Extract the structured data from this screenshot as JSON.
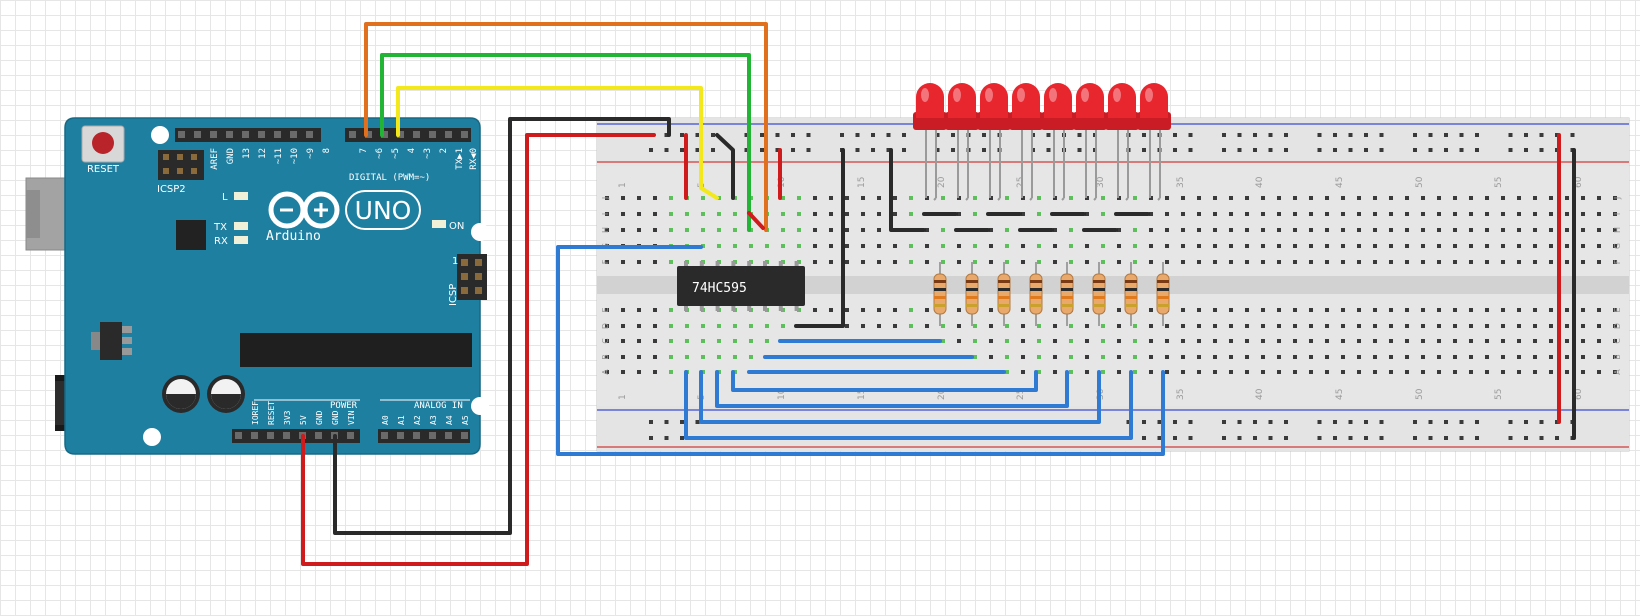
{
  "board": {
    "brand": "Arduino",
    "model": "UNO",
    "reset_label": "RESET",
    "icsp2_label": "ICSP2",
    "icsp_label": "ICSP",
    "icsp_pin1": "1",
    "led_l": "L",
    "led_tx": "TX",
    "led_rx": "RX",
    "led_on": "ON",
    "digital_header": "DIGITAL (PWM=~)",
    "power_header": "POWER",
    "analog_header": "ANALOG IN",
    "digital_pins": [
      "AREF",
      "GND",
      "13",
      "12",
      "~11",
      "~10",
      "~9",
      "8",
      "7",
      "~6",
      "~5",
      "4",
      "~3",
      "2",
      "TX▶1",
      "RX◀0"
    ],
    "power_pins": [
      "IOREF",
      "RESET",
      "3V3",
      "5V",
      "GND",
      "GND",
      "VIN"
    ],
    "analog_pins": [
      "A0",
      "A1",
      "A2",
      "A3",
      "A4",
      "A5"
    ]
  },
  "chip": {
    "label": "74HC595"
  },
  "breadboard": {
    "column_numbers": [
      "1",
      "5",
      "10",
      "15",
      "20",
      "25",
      "30",
      "35",
      "40",
      "45",
      "50",
      "55",
      "60"
    ],
    "column_numbers_visible_top": [
      "1",
      "40",
      "45",
      "50",
      "55"
    ],
    "column_numbers_visible_bottom": [
      "1",
      "1",
      "2",
      "2",
      "30",
      "40",
      "45",
      "50",
      "55"
    ],
    "row_letters_top": [
      "J",
      "I",
      "H",
      "G",
      "F"
    ],
    "row_letters_bottom": [
      "E",
      "D",
      "C",
      "B",
      "A"
    ]
  },
  "components": {
    "led_count": 8,
    "resistor_count": 8,
    "led_color": "#e8262e"
  },
  "colors": {
    "board": "#1f7fa0",
    "wire_orange": "#e0701e",
    "wire_green": "#22b535",
    "wire_yellow": "#f2e81c",
    "wire_black": "#2a2a2a",
    "wire_red": "#cf1b1b",
    "wire_blue": "#2f7ad2"
  }
}
